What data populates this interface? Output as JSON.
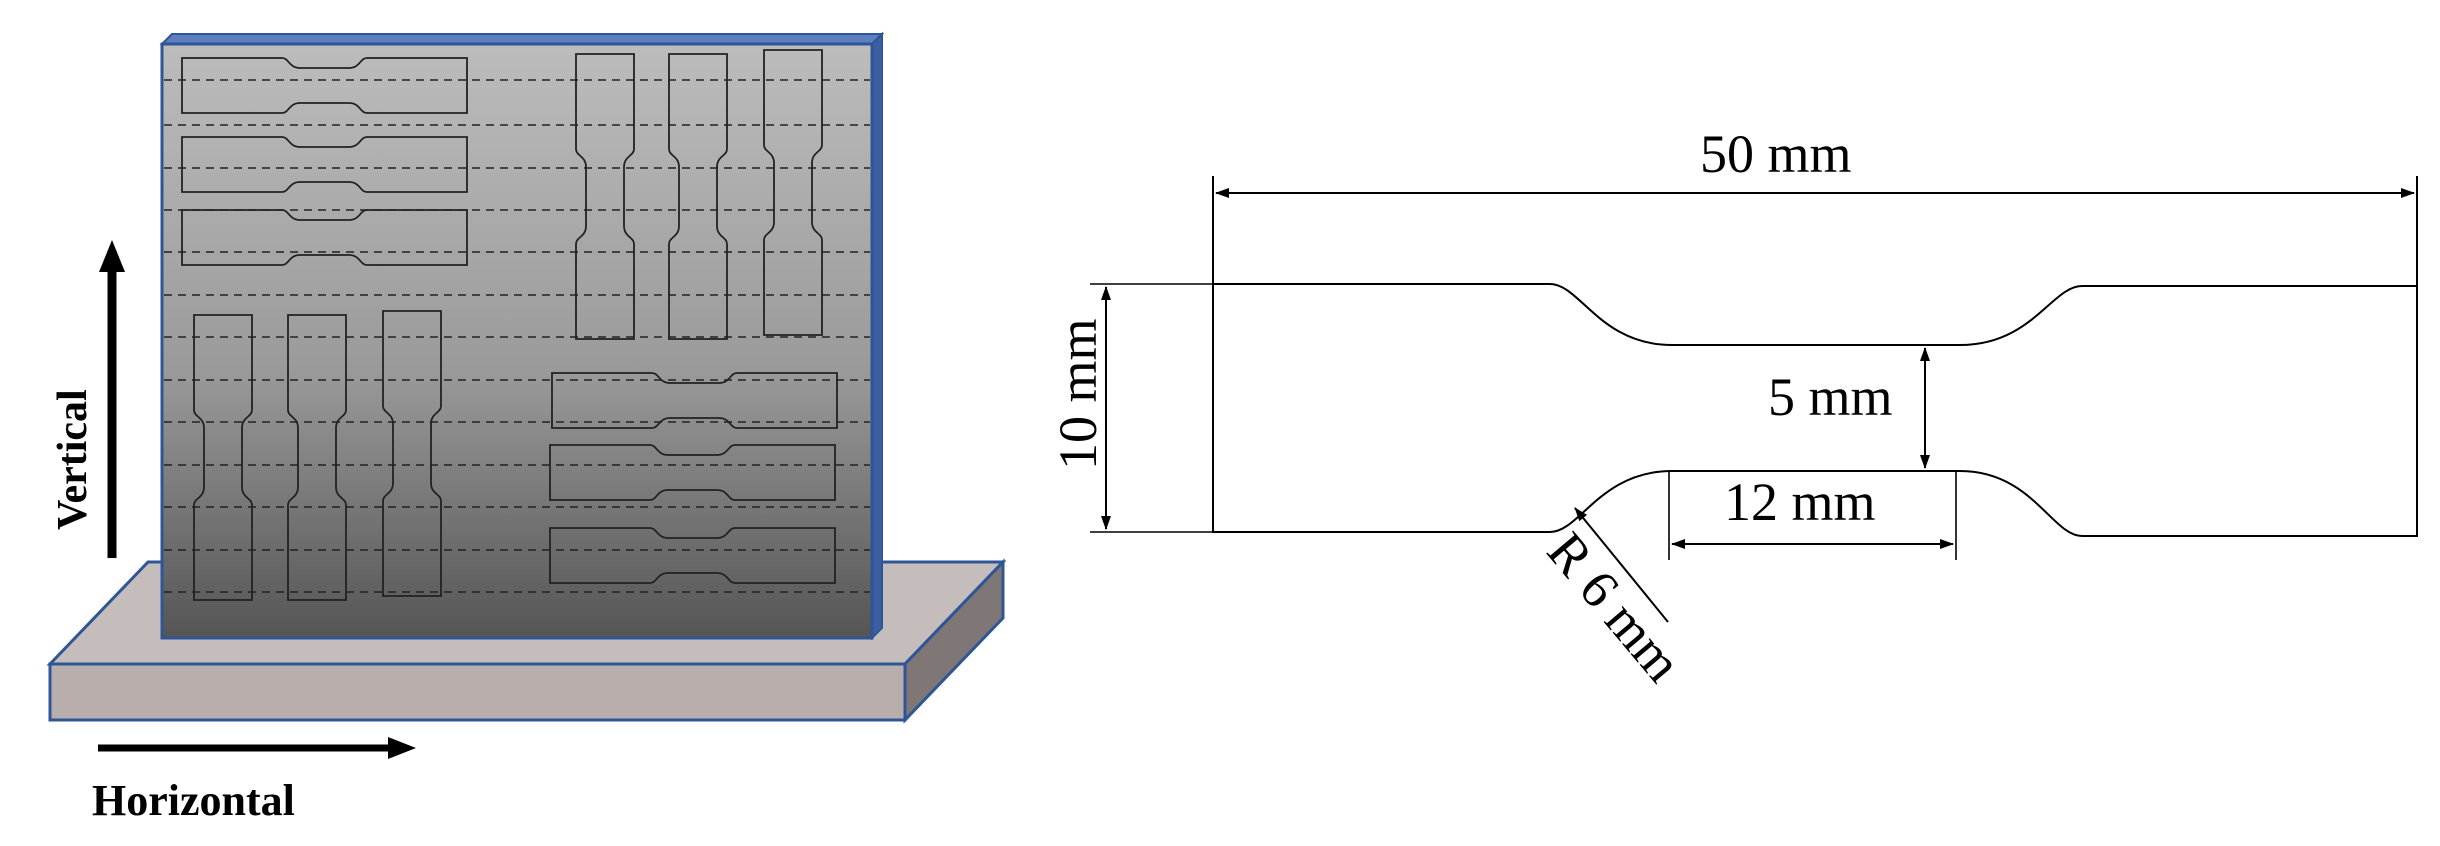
{
  "labels": {
    "vertical": "Vertical",
    "horizontal": "Horizontal",
    "overall_length": "50 mm",
    "grip_width": "10 mm",
    "gauge_width": "5 mm",
    "gauge_length": "12 mm",
    "fillet_radius": "R 6 mm"
  },
  "colors": {
    "plate_border": "#2f5597",
    "plate_top": "#b9b9b9",
    "plate_bottom": "#5f5f5f",
    "base_plate": "#b8afac",
    "base_side": "#8c8583",
    "line": "#000000"
  }
}
